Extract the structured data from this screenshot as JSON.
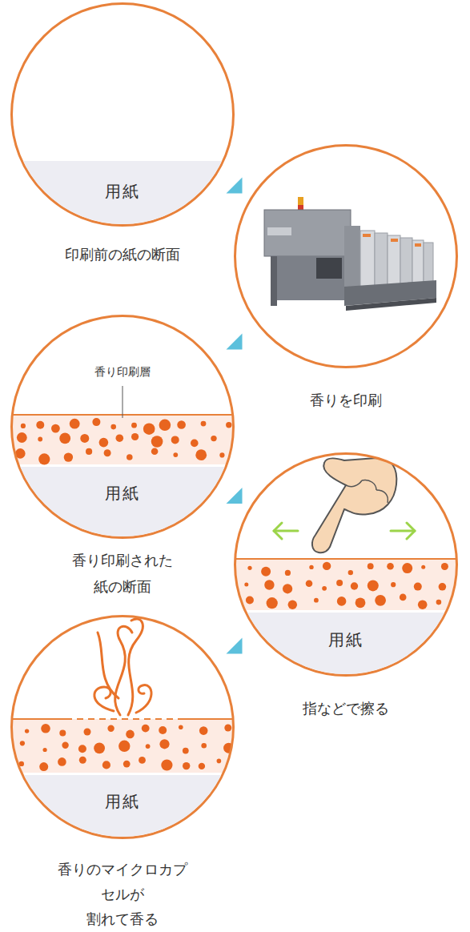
{
  "diagram": {
    "nodes": [
      {
        "text": [
          "印刷前の紙の断面"
        ]
      },
      {
        "text": [
          "用紙"
        ],
        "in": 0
      },
      {
        "text": [
          "香りを印刷"
        ]
      },
      {
        "text": [
          "香り印刷された 紙の断面"
        ]
      },
      {
        "text": [
          "用紙"
        ],
        "in": 3
      },
      {
        "text": [
          "指などで擦る"
        ]
      },
      {
        "text": [
          "用紙"
        ],
        "in": 5
      },
      {
        "text": [
          "香りのマイクロカプ セルが 割れて香る"
        ]
      },
      {
        "text": [
          "用紙"
        ],
        "in": 7
      }
    ],
    "edges": [
      {
        "from": 0,
        "to": 2,
        "arrow": "to"
      },
      {
        "from": 2,
        "to": 3,
        "arrow": "to"
      },
      {
        "from": 3,
        "to": 5,
        "arrow": "to"
      },
      {
        "from": 5,
        "to": 7,
        "arrow": "to"
      }
    ],
    "labels": [
      "香り印刷層"
    ]
  }
}
